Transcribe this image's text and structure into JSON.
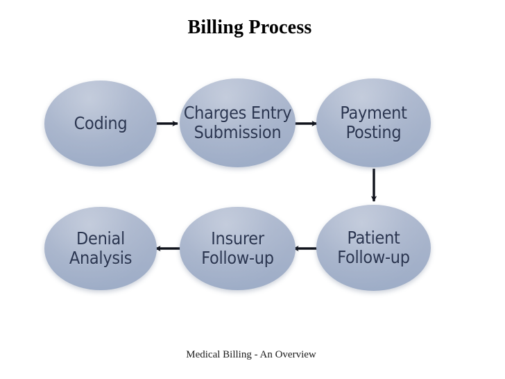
{
  "slide": {
    "title": "Billing Process",
    "footer": "Medical Billing - An Overview",
    "background_color": "#ffffff"
  },
  "theme": {
    "node_fill": "#a7b4cb",
    "node_text_color": "#2a3550",
    "arrow_color": "#10131c",
    "title_color": "#000000",
    "footer_color": "#1a1a1a"
  },
  "diagram": {
    "type": "flowchart",
    "nodes": [
      {
        "id": "coding",
        "shape": "ellipse",
        "lines": [
          "Coding"
        ]
      },
      {
        "id": "charges-entry",
        "shape": "ellipse",
        "lines": [
          "Charges Entry",
          "Submission"
        ]
      },
      {
        "id": "payment",
        "shape": "ellipse",
        "lines": [
          "Payment",
          "Posting"
        ]
      },
      {
        "id": "patient",
        "shape": "ellipse",
        "lines": [
          "Patient",
          "Follow-up"
        ]
      },
      {
        "id": "insurer",
        "shape": "ellipse",
        "lines": [
          "Insurer",
          "Follow-up"
        ]
      },
      {
        "id": "denial",
        "shape": "ellipse",
        "lines": [
          "Denial",
          "Analysis"
        ]
      }
    ],
    "edges": [
      {
        "from": "coding",
        "to": "charges-entry",
        "direction": "right"
      },
      {
        "from": "charges-entry",
        "to": "payment",
        "direction": "right"
      },
      {
        "from": "payment",
        "to": "patient",
        "direction": "down"
      },
      {
        "from": "patient",
        "to": "insurer",
        "direction": "left"
      },
      {
        "from": "insurer",
        "to": "denial",
        "direction": "left"
      }
    ]
  }
}
